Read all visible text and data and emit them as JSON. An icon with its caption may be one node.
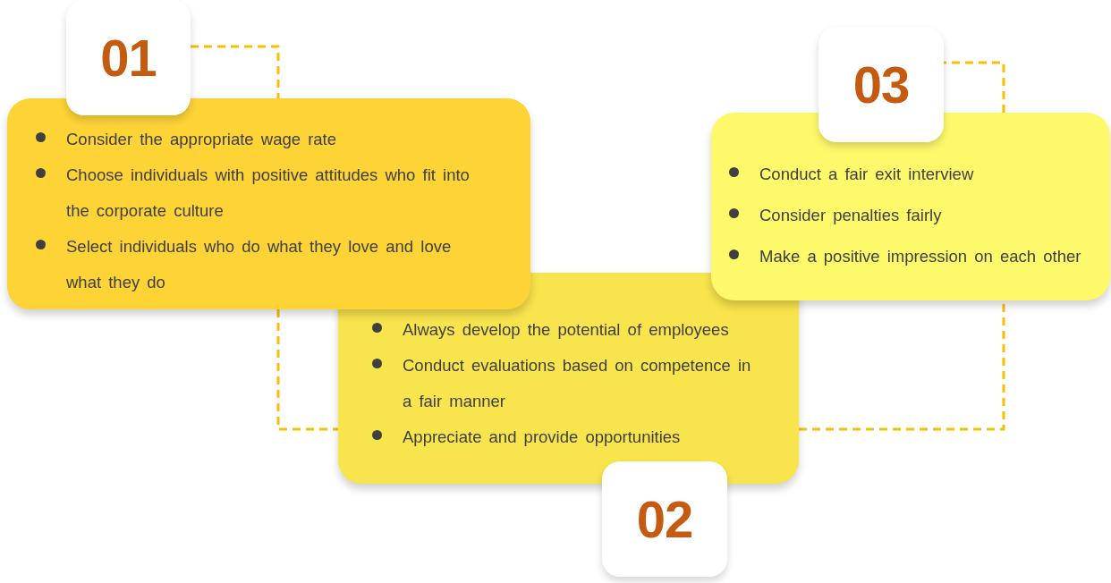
{
  "diagram": {
    "nodes": [
      {
        "text": [
          "01"
        ]
      },
      {
        "text": [
          "Consider the appropriate wage rate",
          "Choose individuals with positive attitudes who fit into the corporate culture",
          "Select individuals who do what they love and love what they do"
        ]
      },
      {
        "text": [
          "Always develop the potential of employees",
          "Conduct evaluations based on competence in a fair manner",
          "Appreciate and provide opportunities"
        ]
      },
      {
        "text": [
          "02"
        ]
      },
      {
        "text": [
          "03"
        ]
      },
      {
        "text": [
          "Conduct a fair exit interview",
          "Consider penalties fairly",
          "Make a positive impression on each other"
        ]
      }
    ],
    "edges": [
      {
        "from": 0,
        "to": 1,
        "arrow": "none",
        "style": "dashed"
      },
      {
        "from": 1,
        "to": 2,
        "arrow": "none",
        "style": "dashed"
      },
      {
        "from": 2,
        "to": 5,
        "arrow": "none",
        "style": "dashed"
      },
      {
        "from": 5,
        "to": 4,
        "arrow": "none",
        "style": "dashed"
      }
    ]
  }
}
